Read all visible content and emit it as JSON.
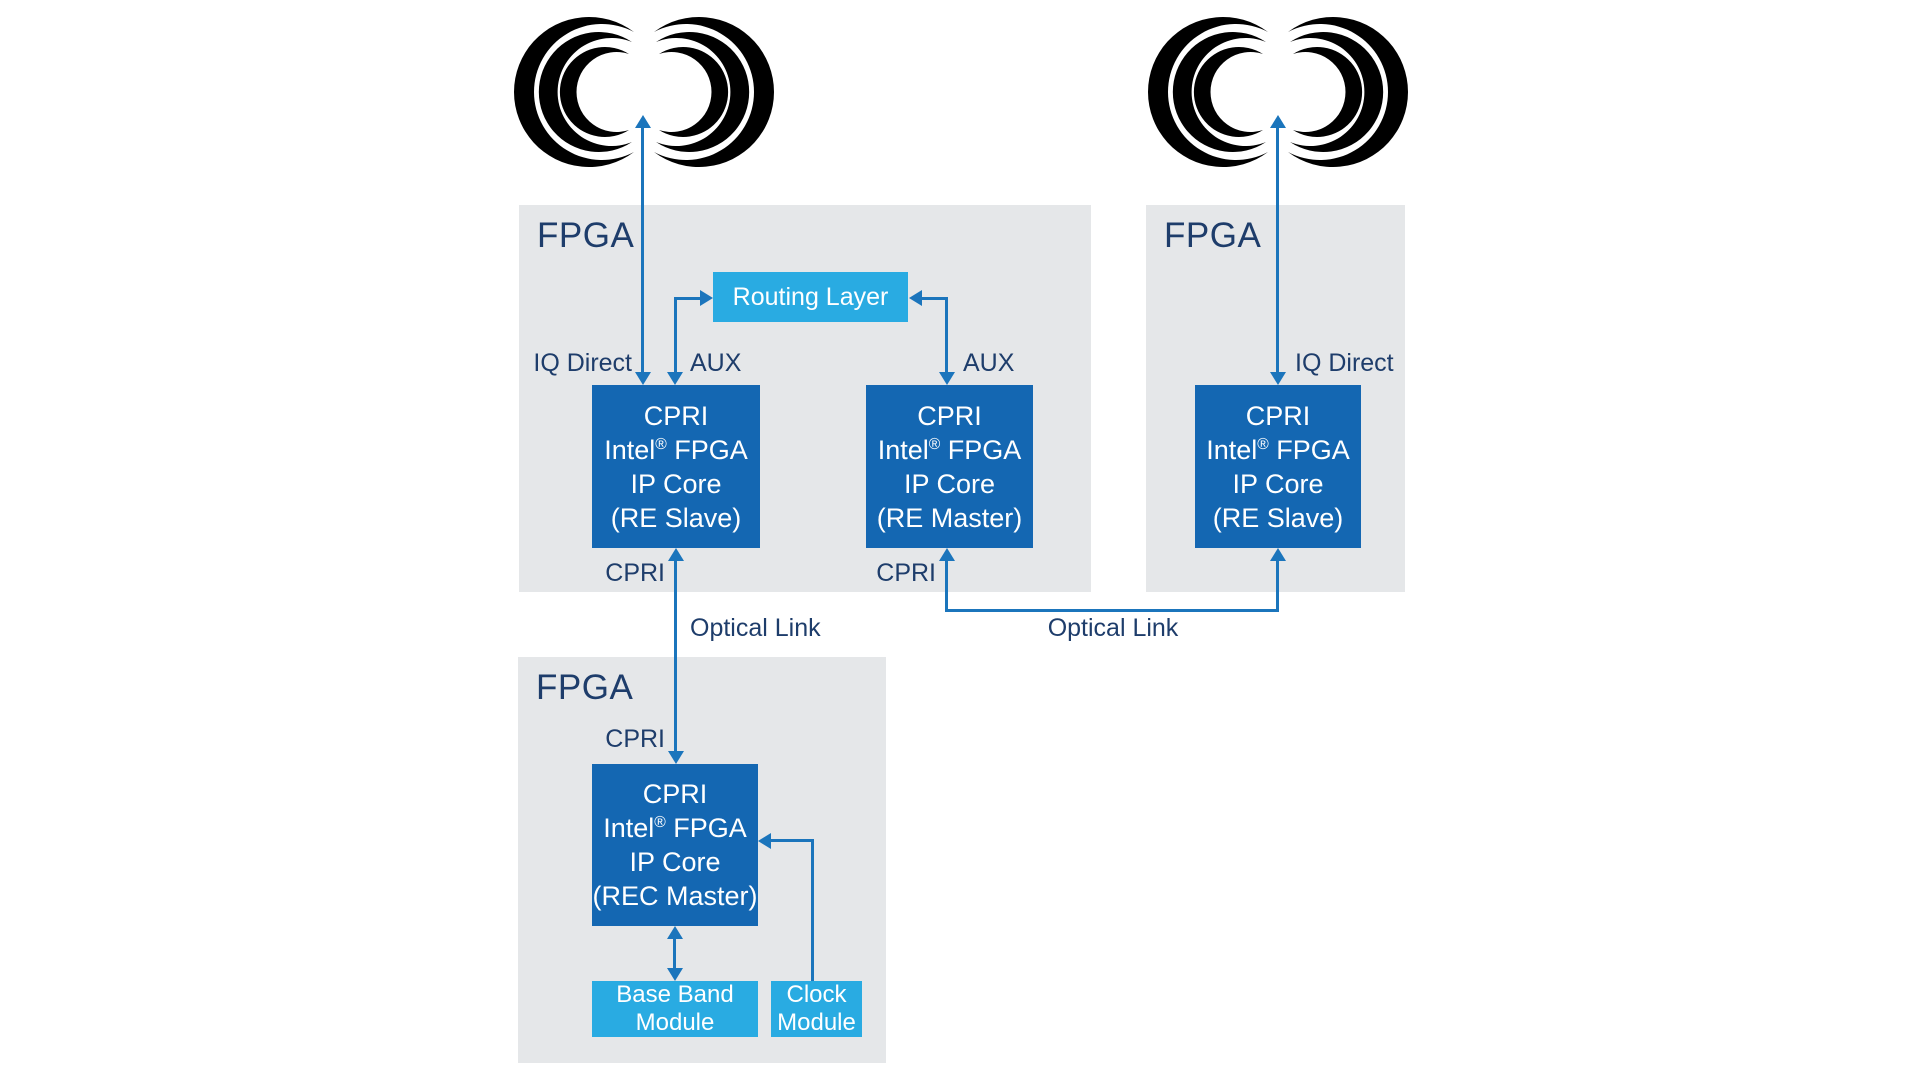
{
  "panels": {
    "top_left": {
      "title": "FPGA"
    },
    "top_right": {
      "title": "FPGA"
    },
    "bottom": {
      "title": "FPGA"
    }
  },
  "boxes": {
    "routing_layer": {
      "label": "Routing Layer"
    },
    "re_slave_1": {
      "lines": [
        "CPRI",
        "Intel® FPGA",
        "IP Core",
        "(RE Slave)"
      ]
    },
    "re_master": {
      "lines": [
        "CPRI",
        "Intel® FPGA",
        "IP Core",
        "(RE Master)"
      ]
    },
    "re_slave_2": {
      "lines": [
        "CPRI",
        "Intel® FPGA",
        "IP Core",
        "(RE Slave)"
      ]
    },
    "rec_master": {
      "lines": [
        "CPRI",
        "Intel® FPGA",
        "IP Core",
        "(REC Master)"
      ]
    },
    "base_band": {
      "lines": [
        "Base Band",
        "Module"
      ]
    },
    "clock": {
      "lines": [
        "Clock",
        "Module"
      ]
    }
  },
  "labels": {
    "iq_direct_left": "IQ Direct",
    "aux_left": "AUX",
    "aux_right": "AUX",
    "iq_direct_right": "IQ Direct",
    "cpri_slave": "CPRI",
    "cpri_master": "CPRI",
    "cpri_rec": "CPRI",
    "optical_link_left": "Optical Link",
    "optical_link_right": "Optical Link"
  },
  "icons": {
    "antenna_left": "radio-waves-antenna",
    "antenna_right": "radio-waves-antenna"
  },
  "colors": {
    "panel_bg": "#e5e7e9",
    "dark_box": "#1467b2",
    "light_box": "#29abe2",
    "connector": "#1b75bc",
    "label_text": "#1e3d6b",
    "antenna_stroke": "#2a4b80",
    "box_text": "#ffffff",
    "page_bg": "#ffffff"
  }
}
